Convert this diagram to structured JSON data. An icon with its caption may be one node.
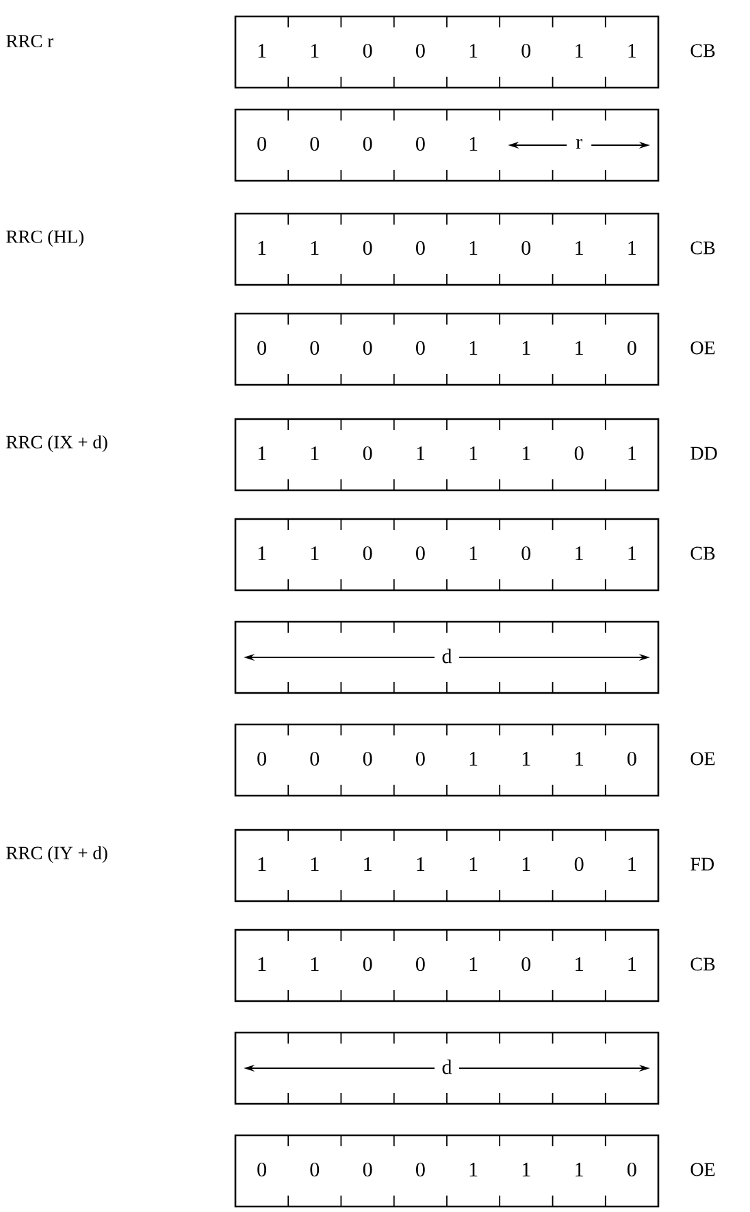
{
  "diagram": {
    "nodes": [
      {
        "text": [
          "1",
          "1",
          "0",
          "0",
          "1",
          "0",
          "1",
          "1"
        ],
        "beside": [
          "CB"
        ]
      },
      {
        "text": [
          "0",
          "0",
          "0",
          "0",
          "1",
          "r"
        ]
      },
      {
        "text": [
          "1",
          "1",
          "0",
          "0",
          "1",
          "0",
          "1",
          "1"
        ],
        "beside": [
          "CB"
        ]
      },
      {
        "text": [
          "0",
          "0",
          "0",
          "0",
          "1",
          "1",
          "1",
          "0"
        ],
        "beside": [
          "OE"
        ]
      },
      {
        "text": [
          "1",
          "1",
          "0",
          "1",
          "1",
          "1",
          "0",
          "1"
        ],
        "beside": [
          "DD"
        ]
      },
      {
        "text": [
          "1",
          "1",
          "0",
          "0",
          "1",
          "0",
          "1",
          "1"
        ],
        "beside": [
          "CB"
        ]
      },
      {
        "text": [
          "d"
        ]
      },
      {
        "text": [
          "0",
          "0",
          "0",
          "0",
          "1",
          "1",
          "1",
          "0"
        ],
        "beside": [
          "OE"
        ]
      },
      {
        "text": [
          "1",
          "1",
          "1",
          "1",
          "1",
          "1",
          "0",
          "1"
        ],
        "beside": [
          "FD"
        ]
      },
      {
        "text": [
          "1",
          "1",
          "0",
          "0",
          "1",
          "0",
          "1",
          "1"
        ],
        "beside": [
          "CB"
        ]
      },
      {
        "text": [
          "d"
        ]
      },
      {
        "text": [
          "0",
          "0",
          "0",
          "0",
          "1",
          "1",
          "1",
          "0"
        ],
        "beside": [
          "OE"
        ]
      }
    ],
    "labels": [
      "RRC r",
      "RRC (HL)",
      "RRC (IX + d)",
      "RRC (IY + d)"
    ]
  }
}
